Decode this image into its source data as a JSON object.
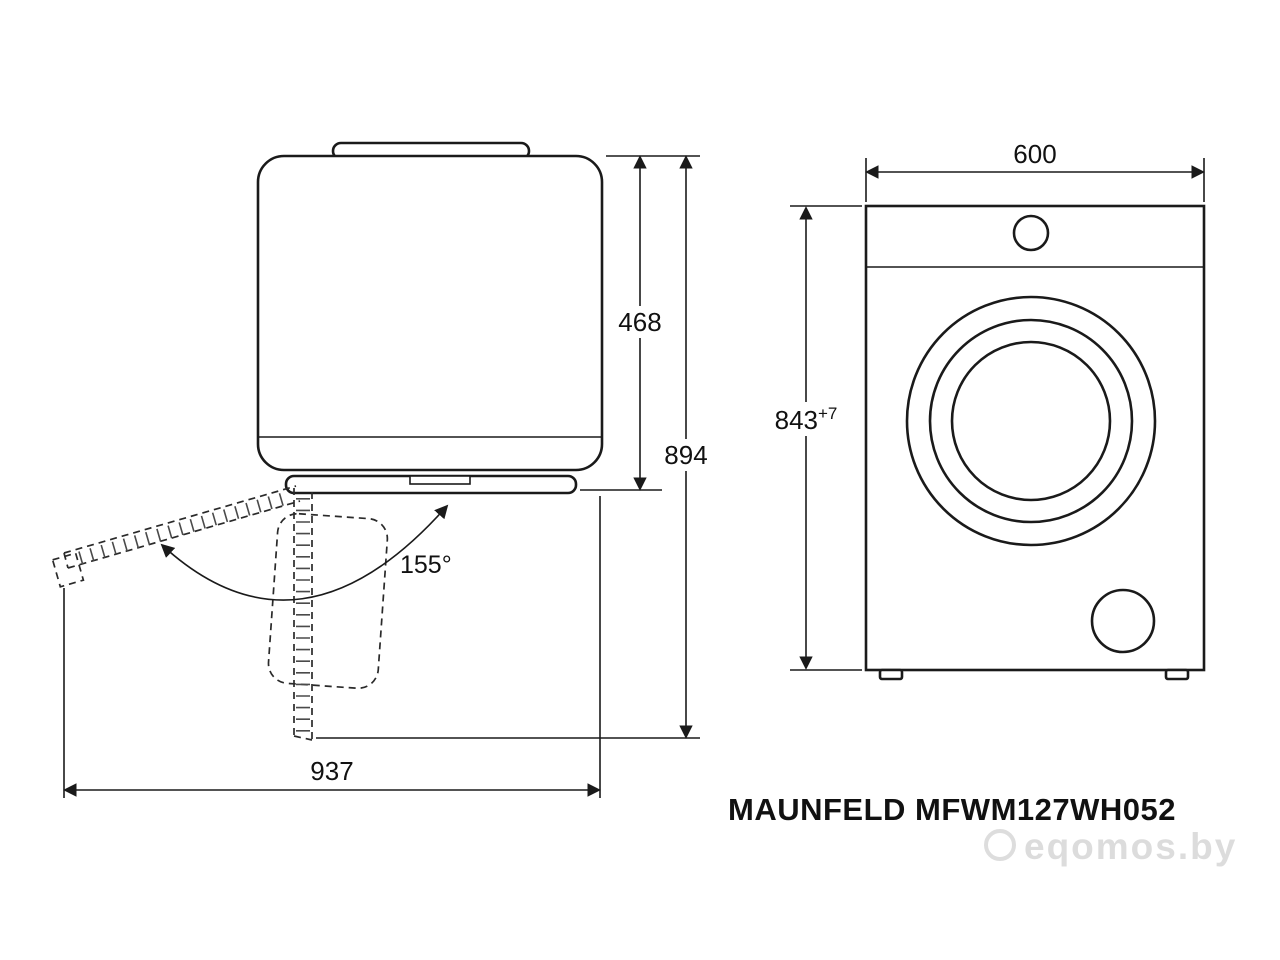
{
  "diagram": {
    "model_label": "MAUNFELD MFWM127WH052",
    "watermark": "eqomos.by"
  },
  "side_view": {
    "upper_height": "468",
    "total_height": "894",
    "total_depth": "937",
    "door_angle": "155°"
  },
  "front_view": {
    "width": "600",
    "height": "843",
    "height_tolerance": "+7"
  },
  "colors": {
    "line": "#1a1a1a",
    "watermark": "#d9d9d9",
    "background": "#ffffff"
  }
}
